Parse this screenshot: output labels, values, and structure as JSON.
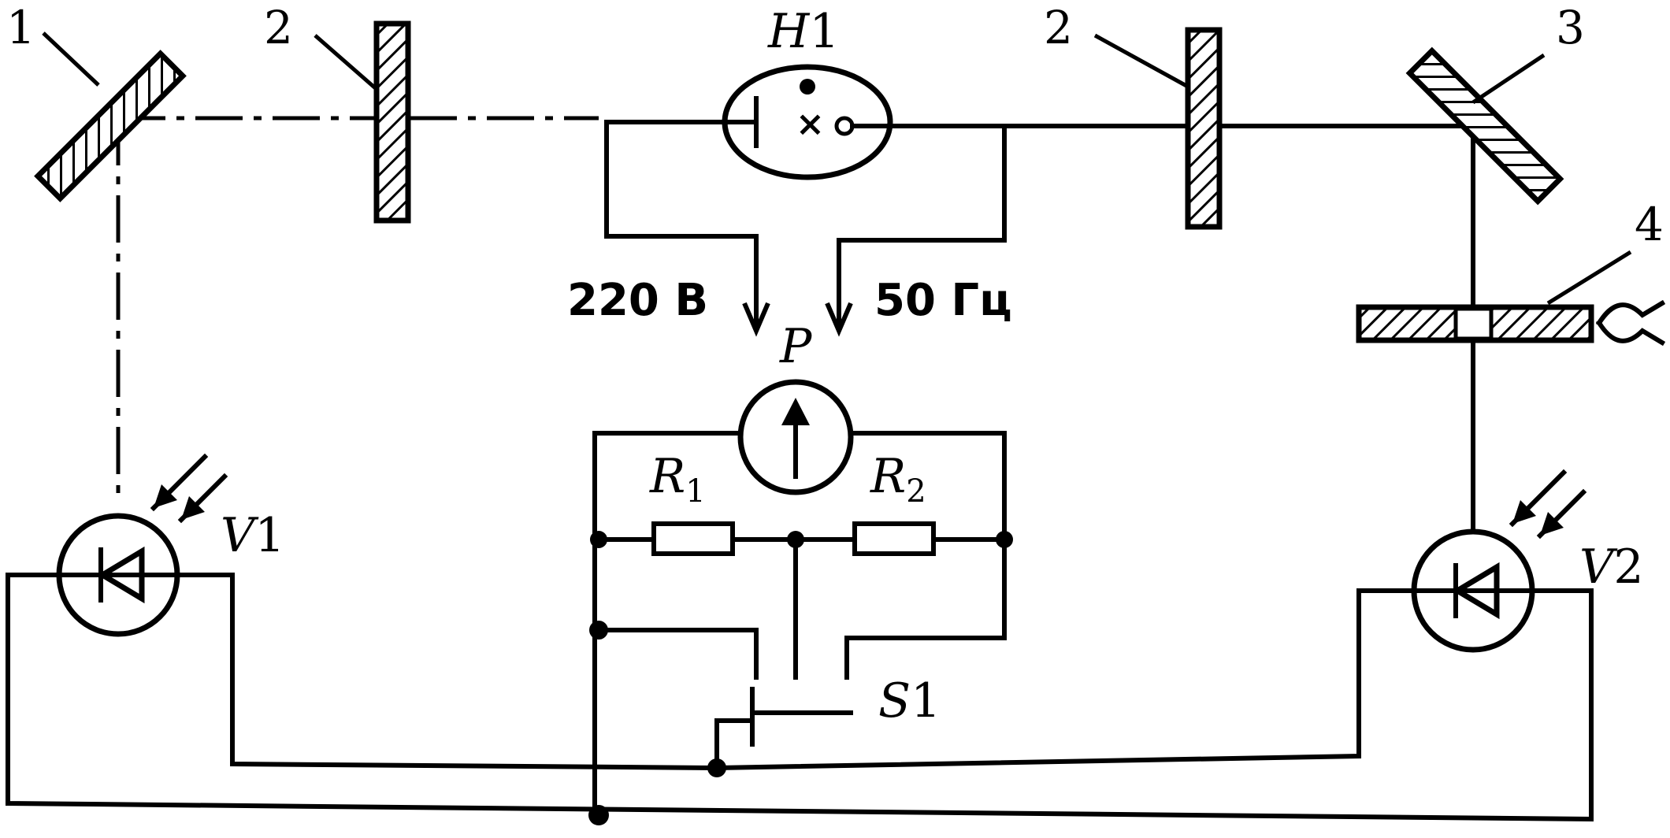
{
  "labels": {
    "mirror1": "1",
    "plate2_left": "2",
    "plate2_right": "2",
    "mirror3": "3",
    "modulator4": "4",
    "lamp_prefix": "H",
    "lamp_suffix": "1",
    "voltage": "220 В",
    "frequency": "50 Гц",
    "meter": "P",
    "r1_letter": "R",
    "r1_index": "1",
    "r2_letter": "R",
    "r2_index": "2",
    "v1_letter": "V",
    "v1_index": "1",
    "v2_letter": "V",
    "v2_index": "2",
    "s1_letter": "S",
    "s1_index": "1"
  }
}
